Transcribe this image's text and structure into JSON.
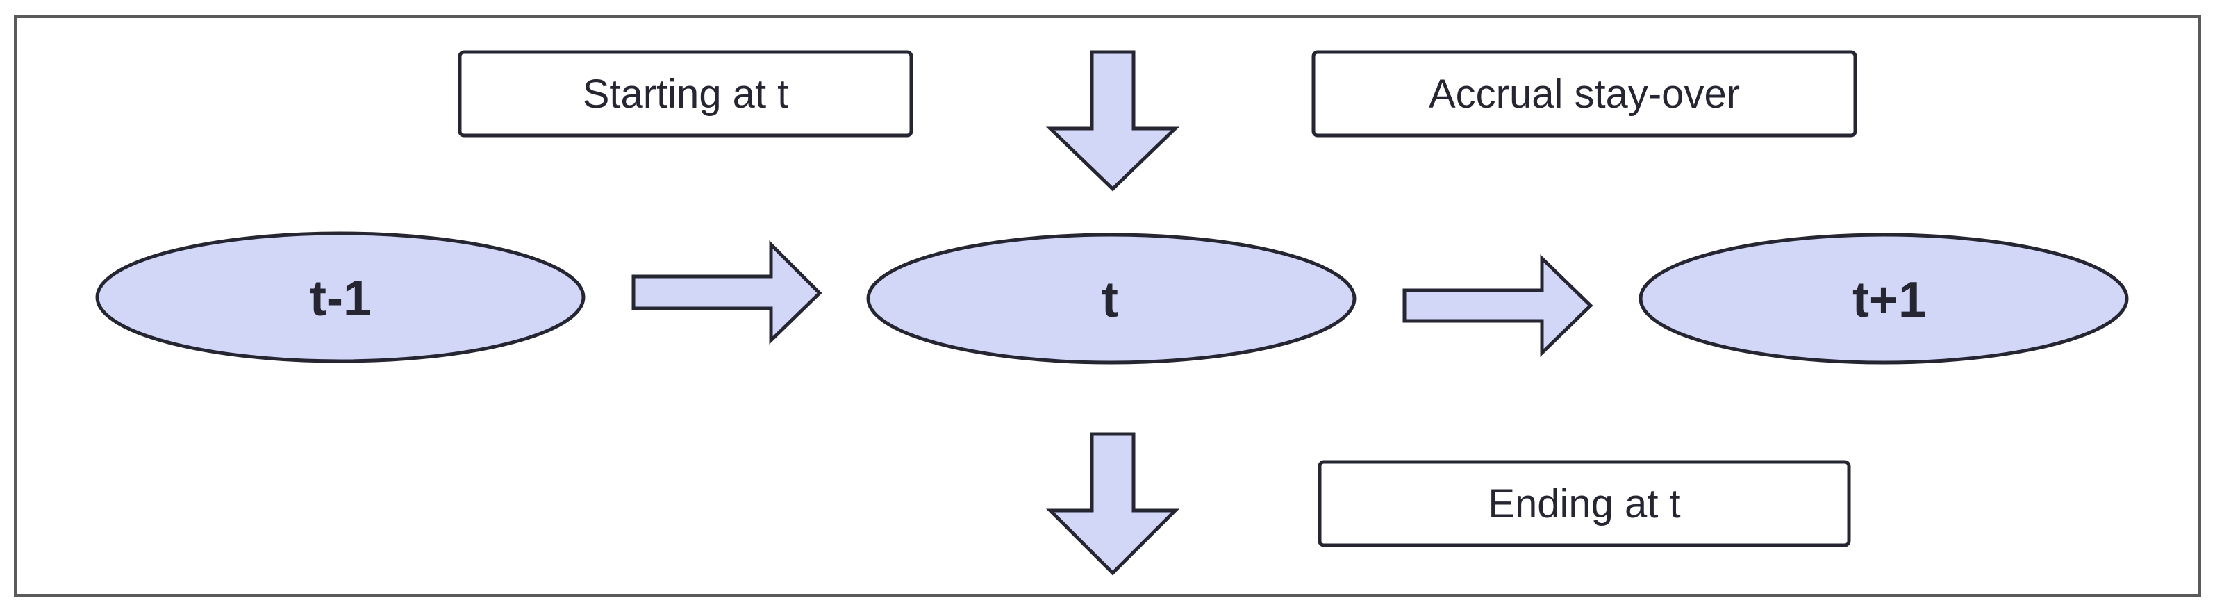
{
  "nodes": {
    "prev": {
      "label": "t-1"
    },
    "current": {
      "label": "t"
    },
    "next": {
      "label": "t+1"
    }
  },
  "boxes": {
    "starting": {
      "label": "Starting at t"
    },
    "accrual": {
      "label": "Accrual stay-over"
    },
    "ending": {
      "label": "Ending at t"
    }
  },
  "colors": {
    "shape_fill": "#d2d6f7",
    "stroke": "#262633",
    "frame": "#5a5a5a"
  }
}
